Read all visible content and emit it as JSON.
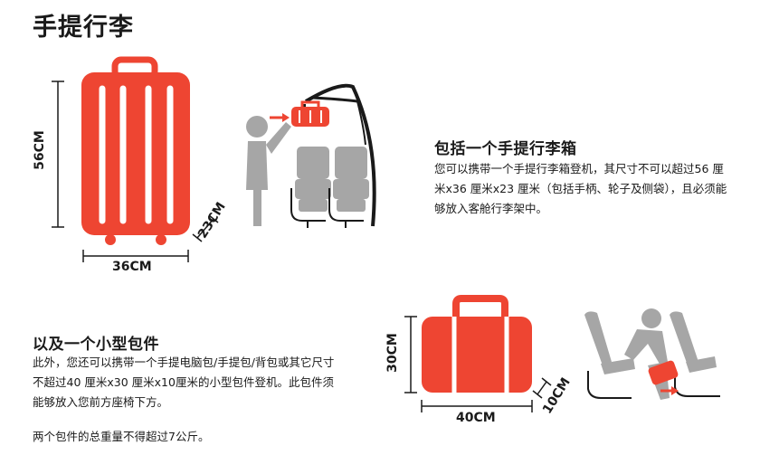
{
  "page": {
    "title": "手提行李"
  },
  "cabin_bag": {
    "heading": "包括一个手提行李箱",
    "description": "您可以携带一个手提行李箱登机，其尺寸不可以超过56 厘米x36 厘米x23 厘米（包括手柄、轮子及侧袋），且必须能够放入客舱行李架中。",
    "dim_height": "56CM",
    "dim_width": "36CM",
    "dim_depth": "23CM"
  },
  "small_item": {
    "heading": "以及一个小型包件",
    "description": "此外，您还可以携带一个手提电脑包/手提包/背包或其它尺寸不超过40 厘米x30 厘米x10厘米的小型包件登机。此包件须能够放入您前方座椅下方。",
    "dim_height": "30CM",
    "dim_width": "40CM",
    "dim_depth": "10CM"
  },
  "weight_note": "两个包件的总重量不得超过7公斤。",
  "colors": {
    "accent": "#ee4532",
    "grey": "#a6a6a6",
    "dark": "#1a1a1a"
  },
  "icons": [
    "suitcase-icon",
    "overhead-bin-icon",
    "duffel-bag-icon",
    "under-seat-icon"
  ]
}
